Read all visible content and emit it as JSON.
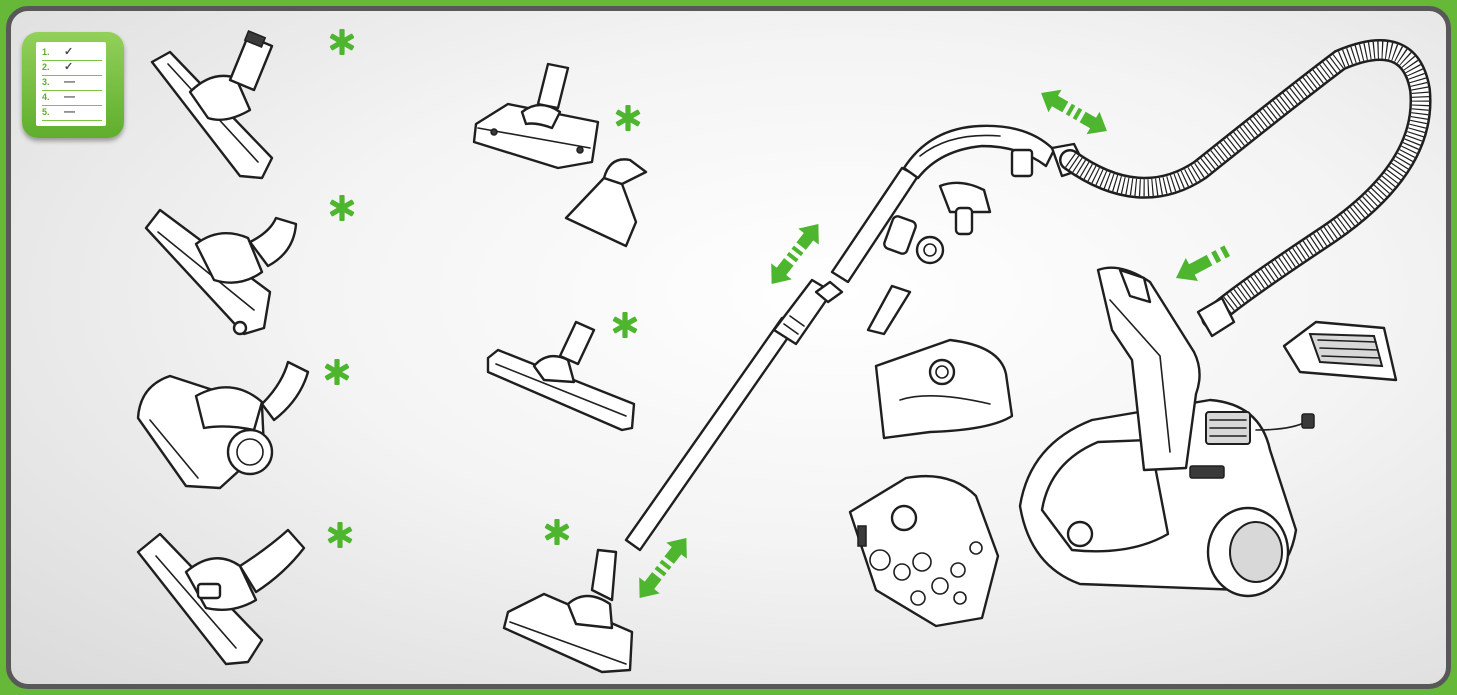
{
  "checklist": {
    "rows": [
      {
        "num": "1.",
        "mark": "✓"
      },
      {
        "num": "2.",
        "mark": "✓"
      },
      {
        "num": "3.",
        "mark": "—"
      },
      {
        "num": "4.",
        "mark": "—"
      },
      {
        "num": "5.",
        "mark": "—"
      }
    ]
  },
  "colors": {
    "accent_green": "#4db52e",
    "frame_border": "#585858",
    "checklist_green": "#6cb83a"
  },
  "icons": [
    "checklist-icon",
    "asterisk-icon",
    "double-arrow-icon"
  ]
}
